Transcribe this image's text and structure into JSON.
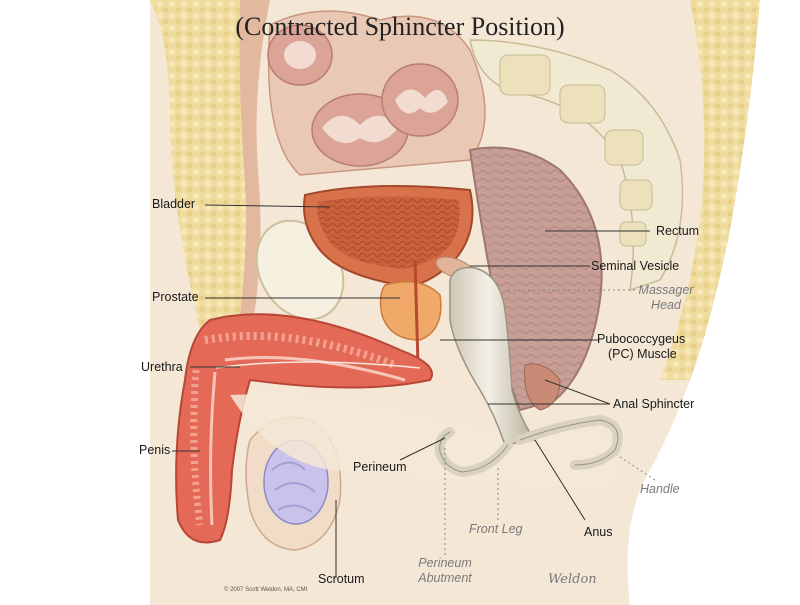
{
  "title": "(Contracted Sphincter Position)",
  "labels": {
    "bladder": "Bladder",
    "prostate": "Prostate",
    "urethra": "Urethra",
    "penis": "Penis",
    "scrotum": "Scrotum",
    "perineum": "Perineum",
    "rectum": "Rectum",
    "seminal_vesicle": "Seminal Vesicle",
    "pc_muscle_line1": "Pubococcygeus",
    "pc_muscle_line2": "(PC) Muscle",
    "anal_sphincter": "Anal Sphincter",
    "anus": "Anus"
  },
  "device_labels": {
    "massager_head_line1": "Massager",
    "massager_head_line2": "Head",
    "handle": "Handle",
    "front_leg": "Front Leg",
    "perineum_abutment_line1": "Perineum",
    "perineum_abutment_line2": "Abutment"
  },
  "credit": "© 2007 Scott Weldon, MA, CMI",
  "signature": "Weldon",
  "colors": {
    "skin": "#f4e7d6",
    "fat": "#efdc9e",
    "bone": "#f1ead3",
    "bladder": "#d8724a",
    "rectum": "#cfada4",
    "penis": "#e46a57",
    "prostate": "#f1a96a",
    "testis": "#c9c3eb",
    "device": "#e5dfd2"
  }
}
